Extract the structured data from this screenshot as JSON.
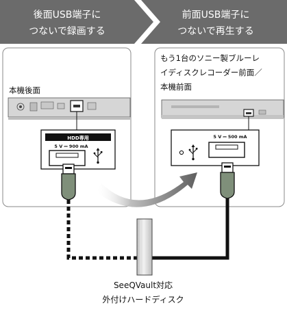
{
  "header": {
    "left_line1": "後面USB端子に",
    "left_line2": "つないで録画する",
    "right_line1": "前面USB端子に",
    "right_line2": "つないで再生する"
  },
  "left_panel": {
    "label": "本機後面",
    "port_tag": "HDD専用",
    "rating": "5 V ⎓ 900 mA",
    "usb_symbol": "⑂"
  },
  "right_panel": {
    "label_line1": "もう1台のソニー製ブルーレ",
    "label_line2": "イディスクレコーダー前面／",
    "label_line3": "本機前面",
    "rating": "5 V ⎓ 500 mA",
    "usb_symbol": "⑂"
  },
  "device": {
    "caption_line1": "SeeQVault対応",
    "caption_line2": "外付けハードディスク"
  },
  "colors": {
    "header_bg": "#6b6b6b",
    "panel_border": "#8a8a8a",
    "device_gray": "#d9d9d9",
    "cable_green": "#7f8f7a",
    "arrow_gray": "#6a6a6a"
  }
}
